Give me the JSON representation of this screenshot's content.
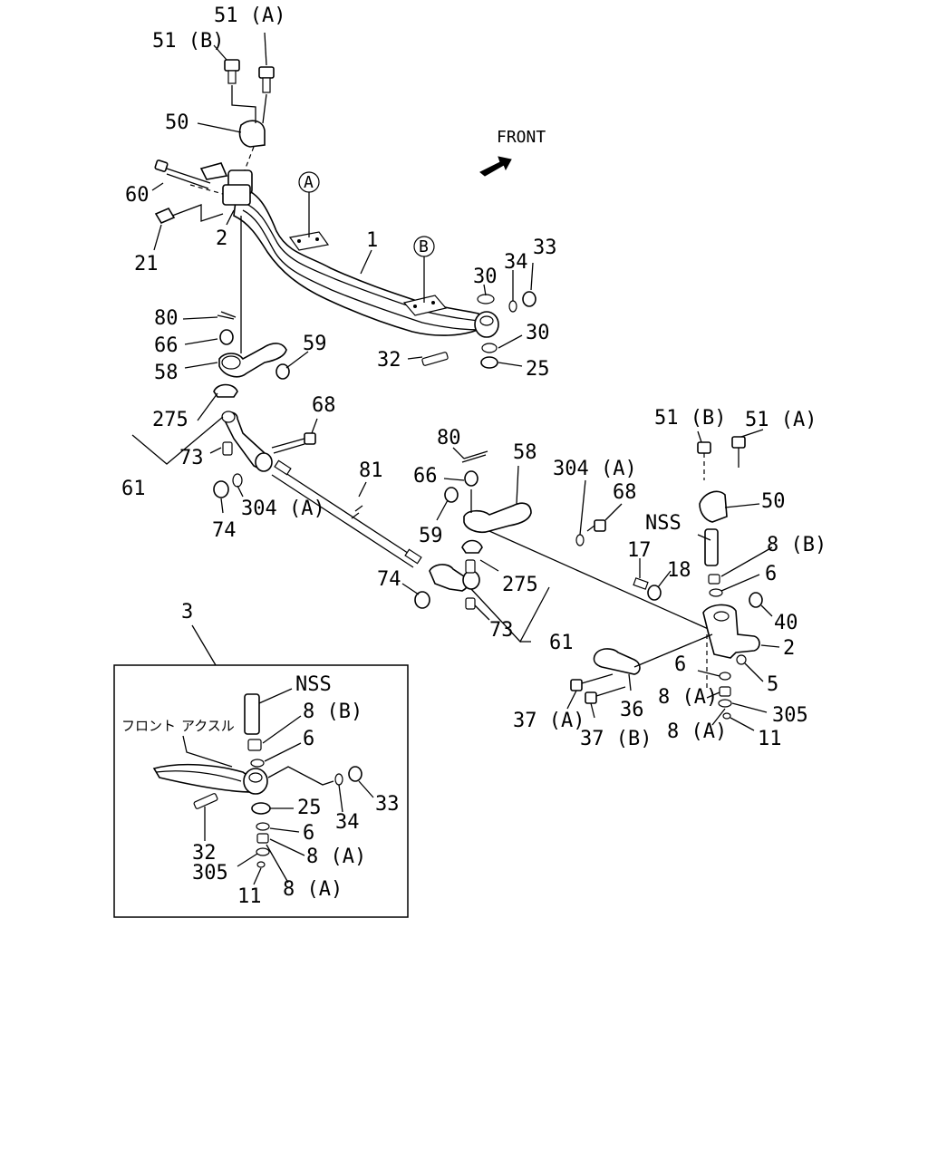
{
  "labels": {
    "front": "FRONT",
    "circle_a": "A",
    "circle_b": "B",
    "p51a_l": "51 (A)",
    "p51b_l": "51 (B)",
    "p50_l": "50",
    "p60": "60",
    "p2_l": "2",
    "p21": "21",
    "p1": "1",
    "p30_top": "30",
    "p34_top": "34",
    "p33_top": "33",
    "p30_bot": "30",
    "p25_top": "25",
    "p32_top": "32",
    "p80_l": "80",
    "p66_l": "66",
    "p59_l": "59",
    "p58_l": "58",
    "p275_l": "275",
    "p68_l": "68",
    "p73_l": "73",
    "p61_l": "61",
    "p74_l": "74",
    "p304a_l": "304 (A)",
    "p81": "81",
    "p80_r": "80",
    "p58_r": "58",
    "p304a_r": "304 (A)",
    "p68_r": "68",
    "p66_r": "66",
    "p59_r": "59",
    "p275_r": "275",
    "p74_r": "74",
    "p73_r": "73",
    "p61_r": "61",
    "p51b_r": "51 (B)",
    "p51a_r": "51 (A)",
    "p50_r": "50",
    "nss_r": "NSS",
    "p8b_r": "8 (B)",
    "p17": "17",
    "p18": "18",
    "p6_r": "6",
    "p40": "40",
    "p2_r": "2",
    "p5": "5",
    "p6_r2": "6",
    "p8a_r1": "8 (A)",
    "p305_r": "305",
    "p8a_r2": "8 (A)",
    "p11_r": "11",
    "p36": "36",
    "p37a": "37 (A)",
    "p37b": "37 (B)",
    "p3": "3"
  },
  "inset": {
    "jp_front": "フロント",
    "jp_axle": "アクスル",
    "nss": "NSS",
    "p8b": "8 (B)",
    "p6a": "6",
    "p25": "25",
    "p34": "34",
    "p33": "33",
    "p32": "32",
    "p6b": "6",
    "p305": "305",
    "p8a1": "8 (A)",
    "p11": "11",
    "p8a2": "8 (A)"
  }
}
